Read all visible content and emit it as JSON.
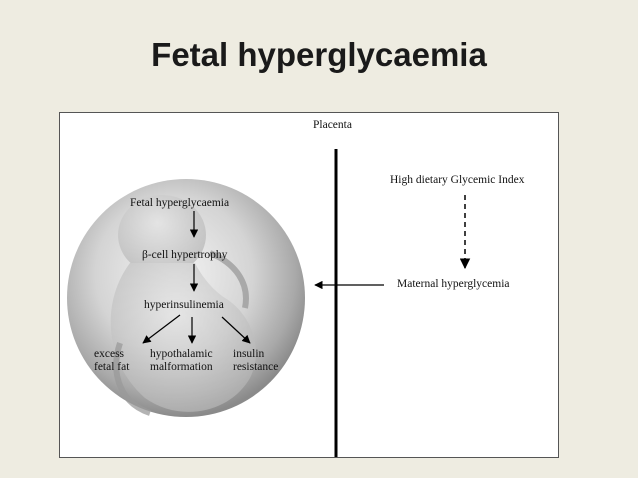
{
  "slide": {
    "title": "Fetal hyperglycaemia"
  },
  "diagram": {
    "placenta_label": "Placenta",
    "maternal": {
      "top": "High dietary Glycemic Index",
      "bottom": "Maternal hyperglycemia"
    },
    "fetal": {
      "step1": "Fetal hyperglycaemia",
      "step2": "β-cell hypertrophy",
      "step3": "hyperinsulinemia",
      "outcome_left_line1": "excess",
      "outcome_left_line2": "fetal fat",
      "outcome_mid_line1": "hypothalamic",
      "outcome_mid_line2": "malformation",
      "outcome_right_line1": "insulin",
      "outcome_right_line2": "resistance"
    }
  }
}
